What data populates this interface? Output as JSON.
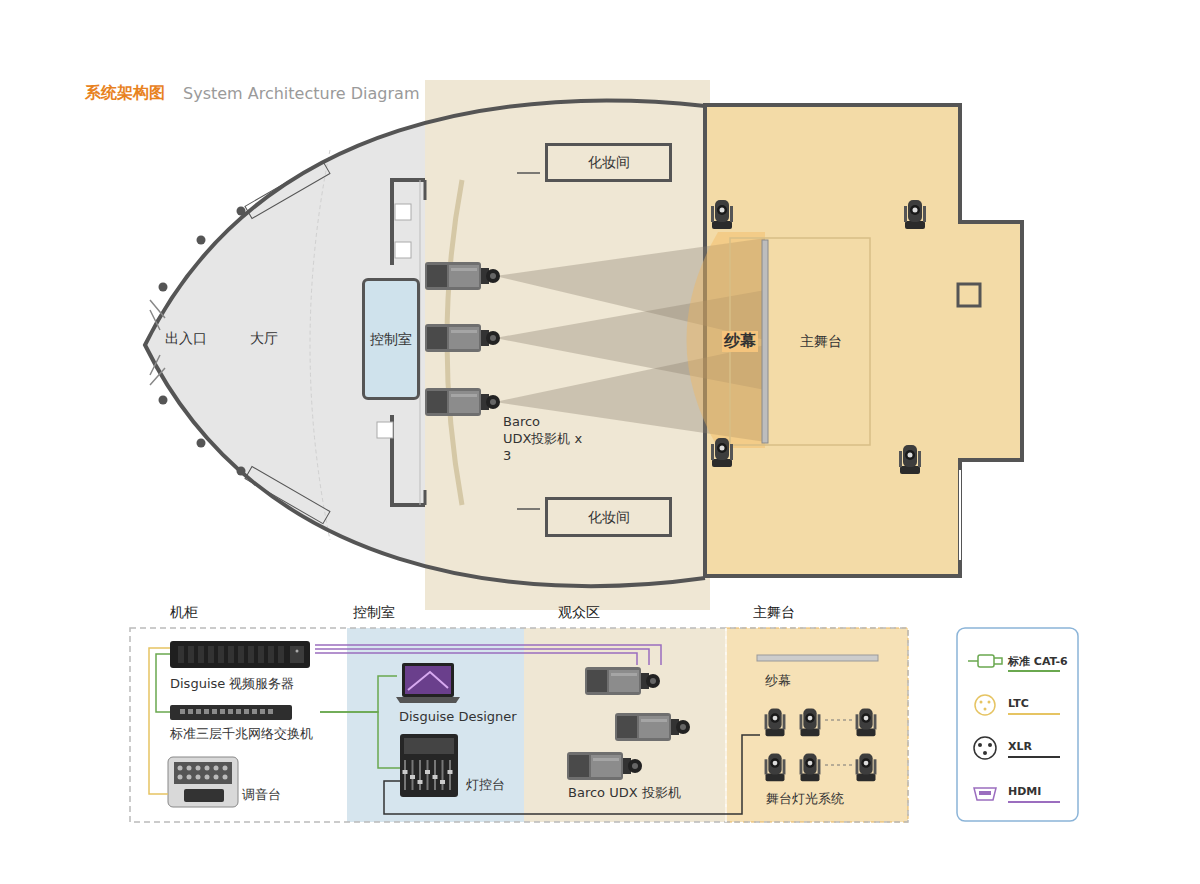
{
  "diagram": {
    "title": "系统架构图",
    "nodes": [
      {
        "text": [
          "化妆间"
        ]
      },
      {
        "text": [
          "控制室"
        ]
      },
      {
        "text": [
          "化妆间"
        ]
      },
      {
        "text": [
          "机柜"
        ]
      },
      {
        "text": [
          "Disguise 视频服务器"
        ],
        "in": 3
      },
      {
        "text": [
          "标准三层千兆网络交换机"
        ],
        "in": 3
      },
      {
        "text": [
          "调音台"
        ],
        "in": 3
      },
      {
        "text": [
          "控制室"
        ]
      },
      {
        "text": [
          "Disguise Designer"
        ],
        "in": 7
      },
      {
        "text": [
          "灯控台"
        ],
        "in": 7
      },
      {
        "text": [
          "观众区"
        ]
      },
      {
        "text": [
          "Barco UDX 投影机"
        ],
        "in": 10
      },
      {
        "text": [
          "主舞台"
        ]
      },
      {
        "text": [
          "纱幕"
        ],
        "in": 12
      },
      {
        "text": [
          "舞台灯光系统"
        ],
        "in": 12
      }
    ],
    "edges": [
      {
        "from": 4,
        "to": 5,
        "arrow": "none"
      },
      {
        "from": 6,
        "to": 4,
        "arrow": "none"
      },
      {
        "from": 5,
        "to": 8,
        "arrow": "none"
      },
      {
        "from": 5,
        "to": 9,
        "arrow": "none"
      },
      {
        "from": 4,
        "to": 11,
        "arrow": "none"
      },
      {
        "from": 9,
        "to": 14,
        "arrow": "none"
      }
    ],
    "labels": [
      "System Architecture Diagram",
      "出入口",
      "大厅",
      "纱幕",
      "主舞台",
      "Barco UDX投影机 x 3"
    ],
    "legend": [
      {
        "text": "标准 CAT-6",
        "color": "#6aa84f"
      },
      {
        "text": "LTC",
        "color": "#e6c463"
      },
      {
        "text": "XLR",
        "color": "#333333"
      },
      {
        "text": "HDMI",
        "color": "#9b6dbf"
      }
    ]
  }
}
